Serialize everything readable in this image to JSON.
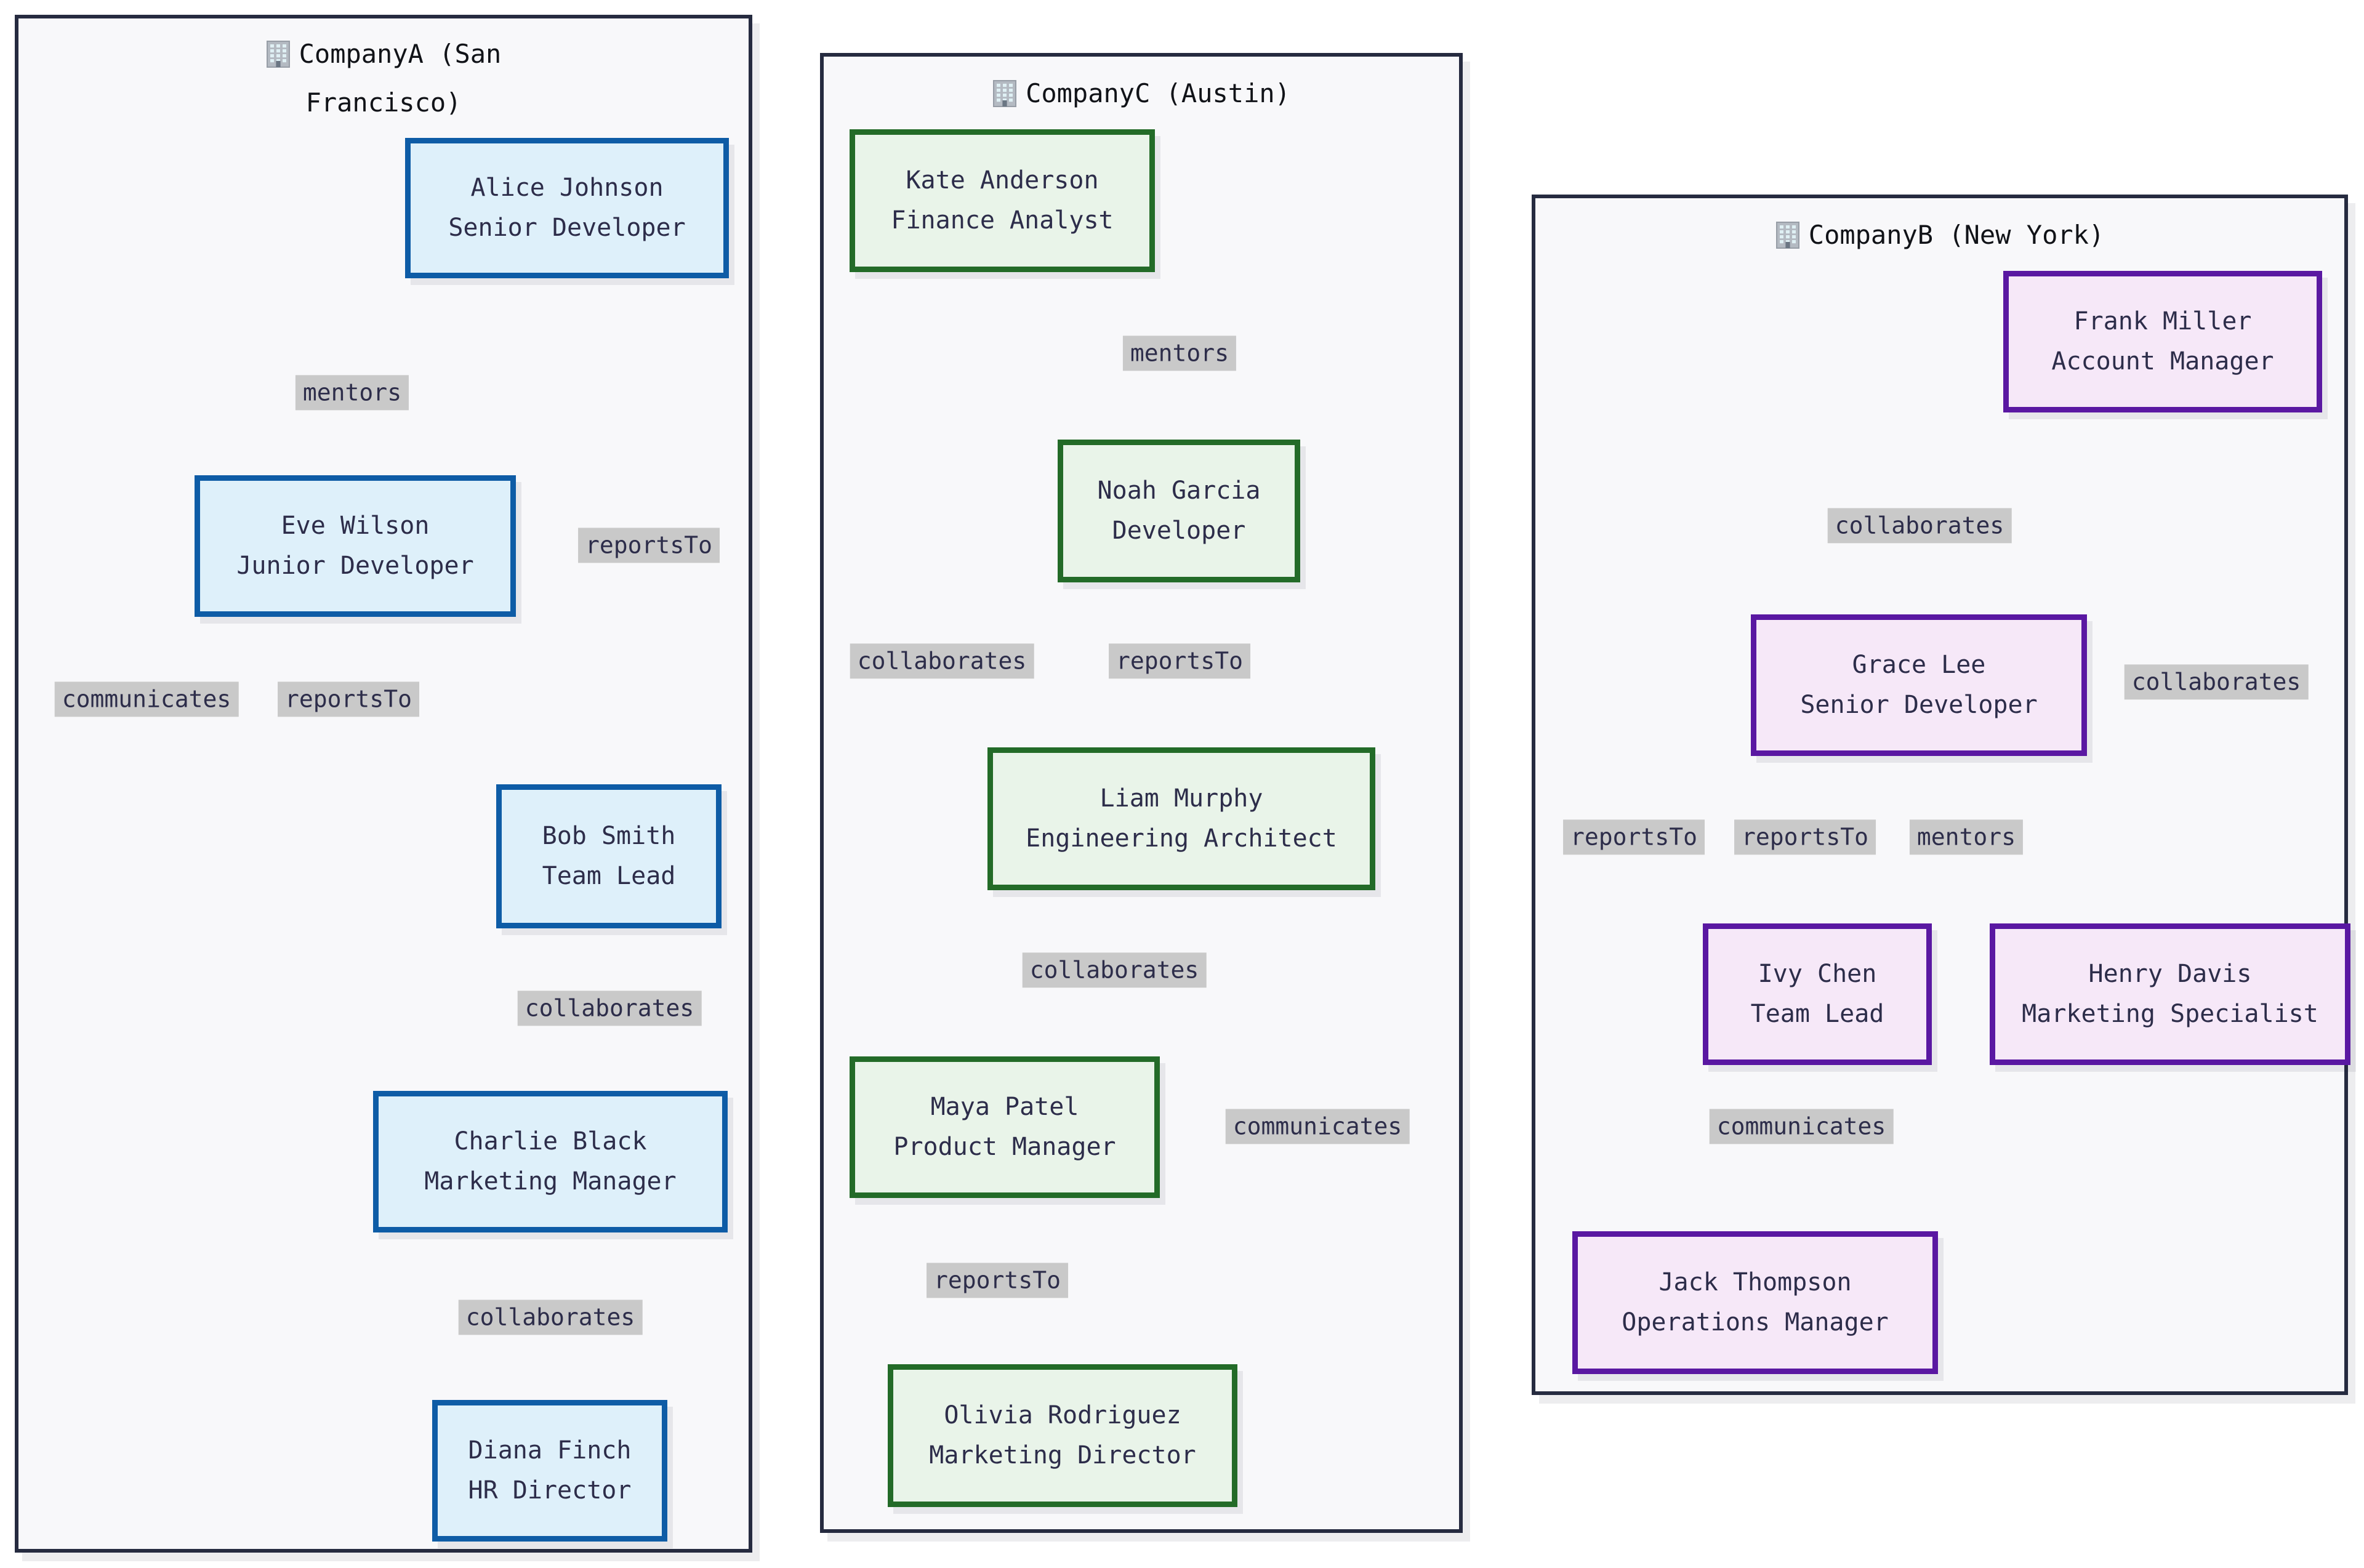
{
  "diagram": {
    "companies": [
      {
        "title": "CompanyA (San Francisco)",
        "icon": "building-icon",
        "node_fill": "#def0fa",
        "node_border": "#0e5ca6",
        "nodes": [
          {
            "name": "Alice Johnson",
            "role": "Senior Developer"
          },
          {
            "name": "Eve Wilson",
            "role": "Junior Developer"
          },
          {
            "name": "Bob Smith",
            "role": "Team Lead"
          },
          {
            "name": "Charlie Black",
            "role": "Marketing Manager"
          },
          {
            "name": "Diana Finch",
            "role": "HR Director"
          }
        ]
      },
      {
        "title": "CompanyC (Austin)",
        "icon": "building-icon",
        "node_fill": "#e9f4e9",
        "node_border": "#236b28",
        "nodes": [
          {
            "name": "Kate Anderson",
            "role": "Finance Analyst"
          },
          {
            "name": "Noah Garcia",
            "role": "Developer"
          },
          {
            "name": "Liam Murphy",
            "role": "Engineering Architect"
          },
          {
            "name": "Maya Patel",
            "role": "Product Manager"
          },
          {
            "name": "Olivia Rodriguez",
            "role": "Marketing Director"
          }
        ]
      },
      {
        "title": "CompanyB (New York)",
        "icon": "building-icon",
        "node_fill": "#f6e8f8",
        "node_border": "#5a18a2",
        "nodes": [
          {
            "name": "Frank Miller",
            "role": "Account Manager"
          },
          {
            "name": "Grace Lee",
            "role": "Senior Developer"
          },
          {
            "name": "Ivy Chen",
            "role": "Team Lead"
          },
          {
            "name": "Henry Davis",
            "role": "Marketing Specialist"
          },
          {
            "name": "Jack Thompson",
            "role": "Operations Manager"
          }
        ]
      }
    ],
    "edges": [
      {
        "from": "Alice Johnson",
        "to": "Eve Wilson",
        "label": "mentors"
      },
      {
        "from": "Alice Johnson",
        "to": "Bob Smith",
        "label": "reportsTo"
      },
      {
        "from": "Alice Johnson",
        "to": "Charlie Black",
        "label": "communicates"
      },
      {
        "from": "Eve Wilson",
        "to": "Bob Smith",
        "label": "reportsTo"
      },
      {
        "from": "Bob Smith",
        "to": "Charlie Black",
        "label": "collaborates"
      },
      {
        "from": "Charlie Black",
        "to": "Diana Finch",
        "label": "collaborates"
      },
      {
        "from": "Kate Anderson",
        "to": "Noah Garcia",
        "label": "mentors"
      },
      {
        "from": "Kate Anderson",
        "to": "Maya Patel",
        "label": "collaborates"
      },
      {
        "from": "Noah Garcia",
        "to": "Liam Murphy",
        "label": "reportsTo"
      },
      {
        "from": "Liam Murphy",
        "to": "Maya Patel",
        "label": "collaborates"
      },
      {
        "from": "Liam Murphy",
        "to": "Olivia Rodriguez",
        "label": "communicates"
      },
      {
        "from": "Maya Patel",
        "to": "Olivia Rodriguez",
        "label": "reportsTo"
      },
      {
        "from": "Frank Miller",
        "to": "Grace Lee",
        "label": "collaborates"
      },
      {
        "from": "Henry Davis",
        "to": "Frank Miller",
        "label": "collaborates"
      },
      {
        "from": "Frank Miller",
        "to": "Jack Thompson",
        "label": "reportsTo"
      },
      {
        "from": "Grace Lee",
        "to": "Ivy Chen",
        "label": "reportsTo"
      },
      {
        "from": "Grace Lee",
        "to": "Henry Davis",
        "label": "mentors"
      },
      {
        "from": "Ivy Chen",
        "to": "Jack Thompson",
        "label": "communicates"
      }
    ],
    "colors": {
      "edge": "#0b0b0b",
      "edge_label_bg": "#c9c9c9",
      "text": "#2d2d4a",
      "subgraph_bg": "#f8f8fa",
      "subgraph_border": "#262b40",
      "canvas_bg": "#ffffff"
    }
  }
}
